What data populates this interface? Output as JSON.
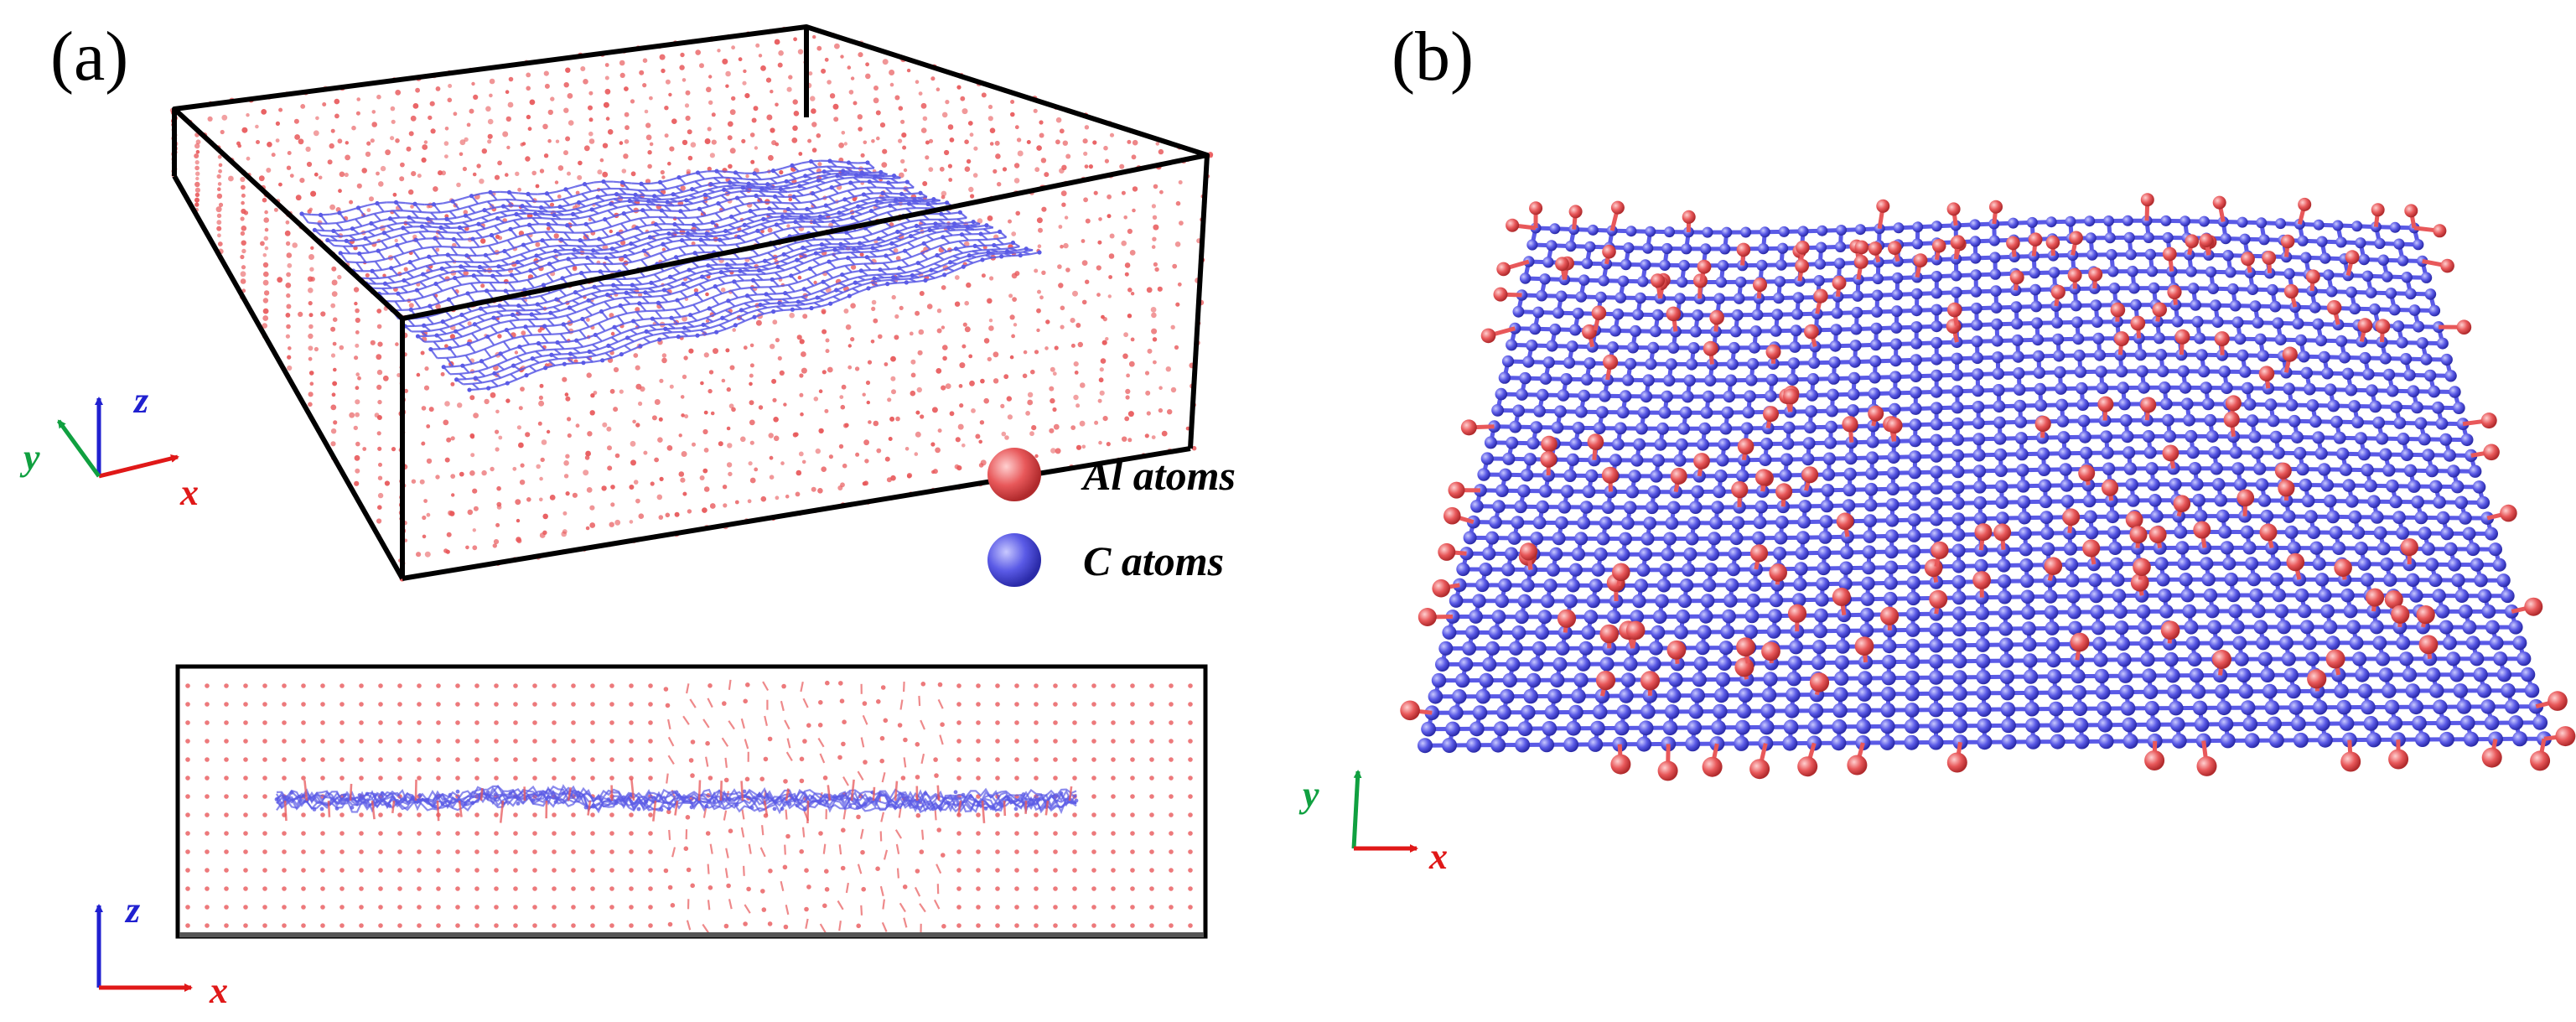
{
  "panels": {
    "a": {
      "label": "(a)"
    },
    "b": {
      "label": "(b)"
    }
  },
  "axes": {
    "x": "x",
    "y": "y",
    "z": "z"
  },
  "legend": {
    "items": [
      {
        "name": "Al atoms",
        "color": "#e8585a"
      },
      {
        "name": "C atoms",
        "color": "#5a5ae6"
      }
    ]
  },
  "colors": {
    "al": "#e8585a",
    "c": "#5a5ae6",
    "x_axis": "#e01818",
    "y_axis": "#10a040",
    "z_axis": "#2020d0",
    "box": "#000000"
  },
  "icons": {
    "al_sphere": "sphere-icon",
    "c_sphere": "sphere-icon"
  }
}
